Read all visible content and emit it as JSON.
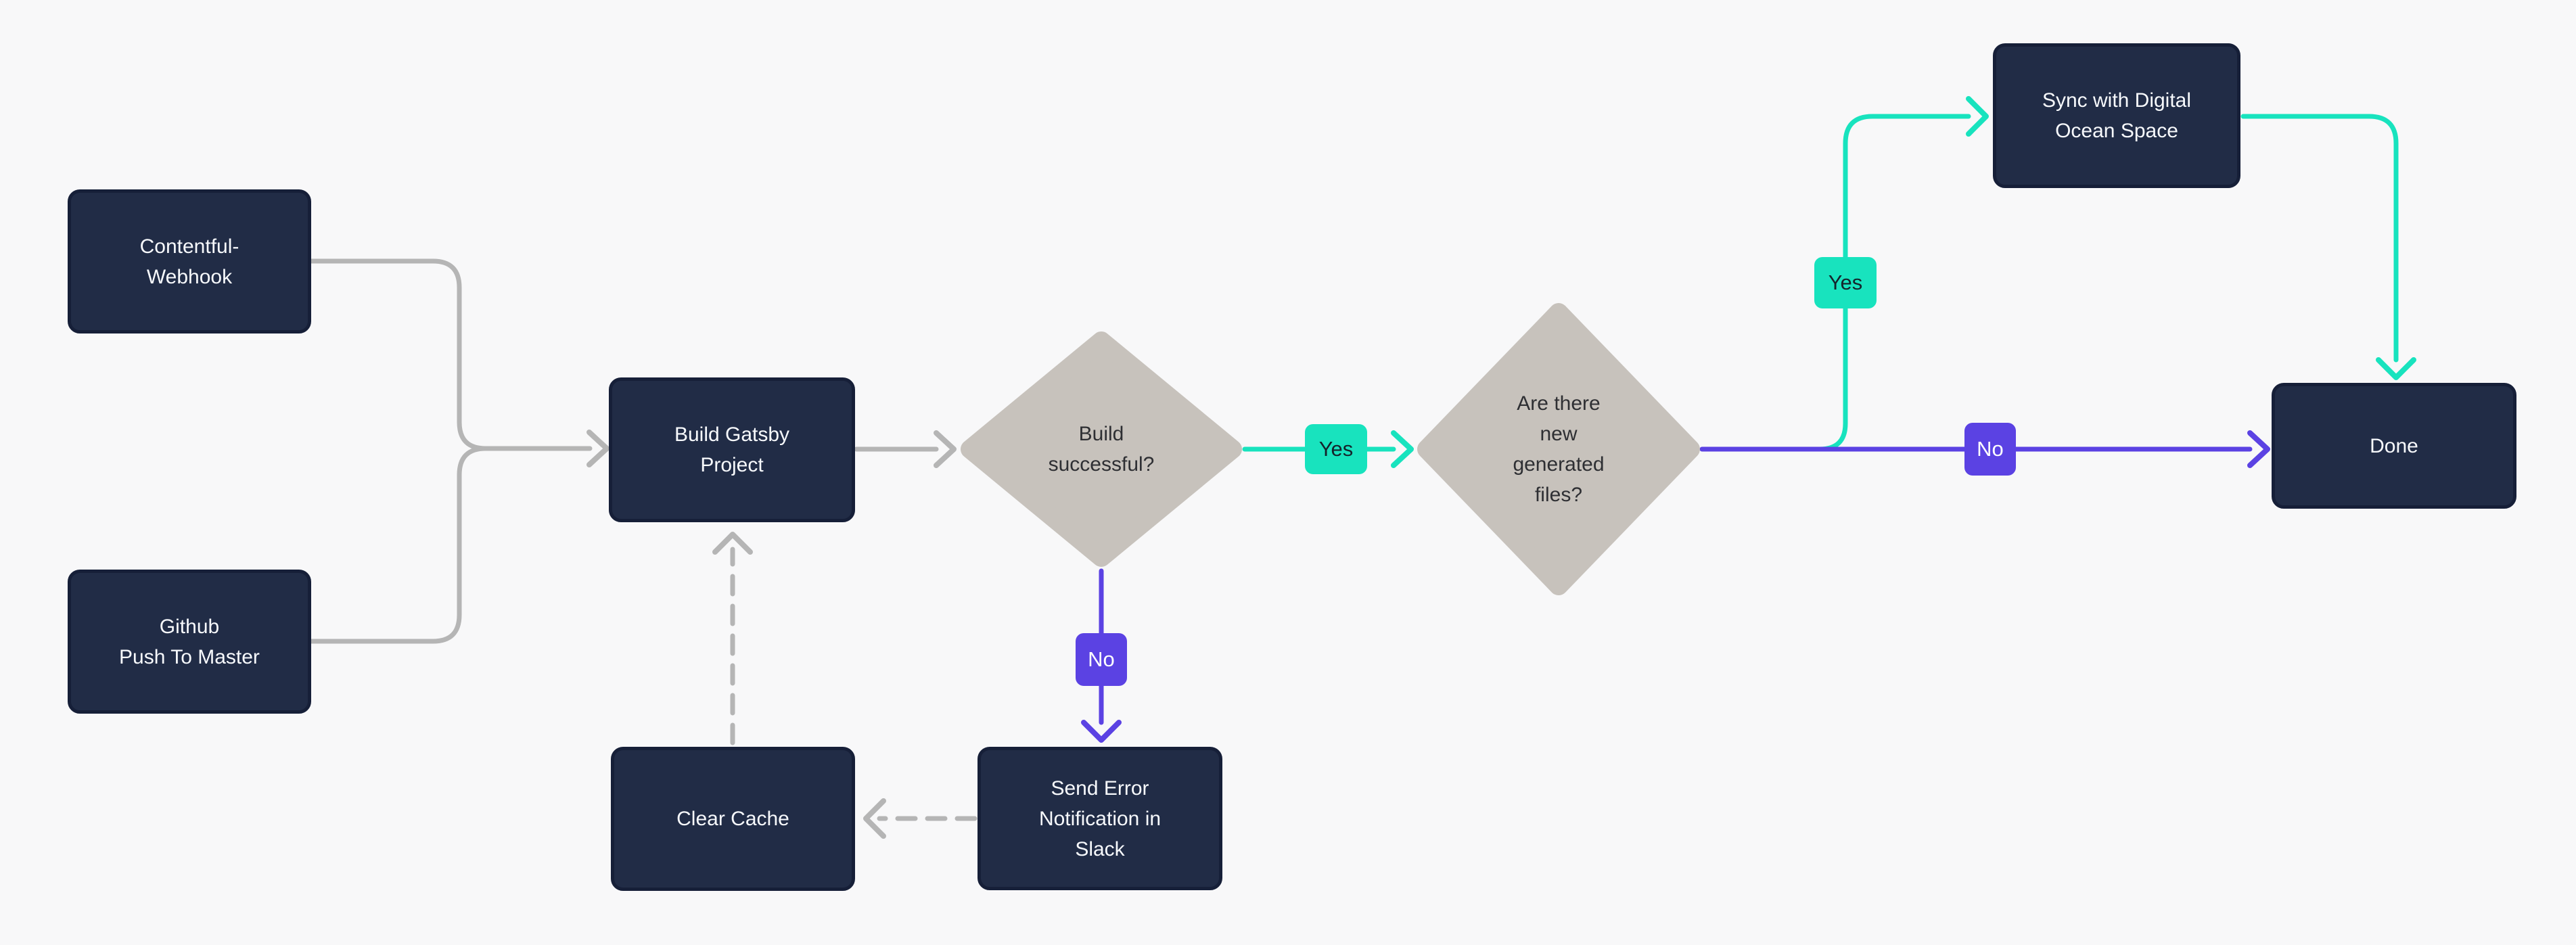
{
  "diagram": {
    "kind": "flowchart",
    "description": "Gatsby build and deploy pipeline flowchart"
  },
  "colors": {
    "background": "#f8f8f9",
    "node_fill": "#212c46",
    "node_border": "#161f38",
    "node_text": "#f7f9fc",
    "diamond_fill": "#c7c2bc",
    "diamond_text": "#2e2f33",
    "yes_accent": "#18e3be",
    "yes_text": "#15232b",
    "no_accent": "#5b42e3",
    "no_text": "#ffffff",
    "connector": "#b5b5b5"
  },
  "nodes": {
    "contentful": {
      "label": "Contentful-\nWebhook"
    },
    "github": {
      "label": "Github\nPush To Master"
    },
    "build": {
      "label": "Build Gatsby\nProject"
    },
    "sync": {
      "label": "Sync with Digital\nOcean Space"
    },
    "done": {
      "label": "Done"
    },
    "send_error": {
      "label": "Send Error\nNotification in\nSlack"
    },
    "clear_cache": {
      "label": "Clear Cache"
    }
  },
  "decisions": {
    "build_successful": {
      "label": "Build\nsuccessful?"
    },
    "new_files": {
      "label": "Are there\nnew\ngenerated\nfiles?"
    }
  },
  "edge_labels": {
    "build_yes": "Yes",
    "build_no": "No",
    "files_yes": "Yes",
    "files_no": "No"
  }
}
